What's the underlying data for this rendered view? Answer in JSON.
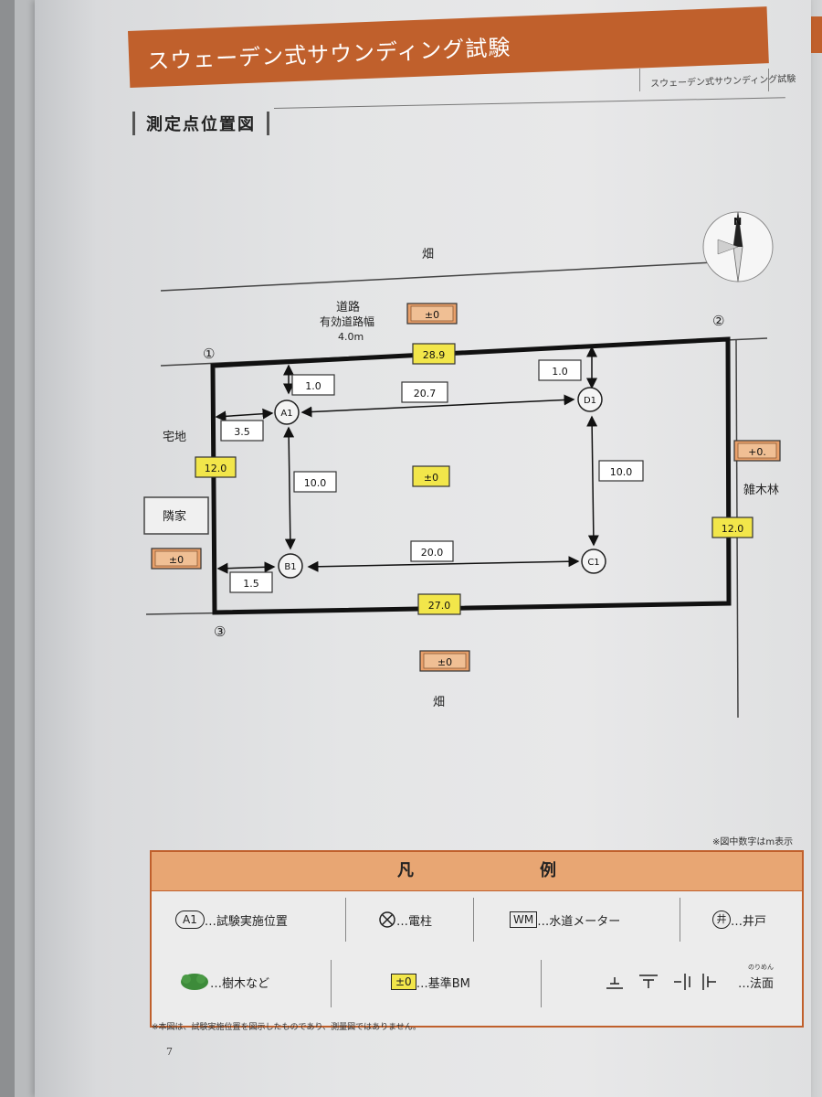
{
  "header": {
    "title": "スウェーデン式サウンディング試験",
    "subtitle": "スウェーデン式サウンディング試験"
  },
  "section_title": "測定点位置図",
  "map": {
    "labels": {
      "field_top": "畑",
      "road": "道路",
      "road_width_label": "有効道路幅",
      "road_width_value": "4.0m",
      "residential": "宅地",
      "neighbor": "隣家",
      "forest": "雑木林",
      "field_bottom": "畑",
      "north": "N"
    },
    "corners": {
      "c1": "①",
      "c2": "②",
      "c3": "③"
    },
    "points": {
      "a1": "A1",
      "b1": "B1",
      "c1": "C1",
      "d1": "D1"
    },
    "dimensions": {
      "a1_top": "1.0",
      "d1_top": "1.0",
      "a1_d1": "20.7",
      "a1_left": "3.5",
      "a1_b1": "10.0",
      "d1_c1": "10.0",
      "b1_c1": "20.0",
      "b1_left": "1.5"
    },
    "bm_yellow": {
      "top": "28.9",
      "left": "12.0",
      "center": "±0",
      "right": "12.0",
      "bottom": "27.0"
    },
    "bm_orange": {
      "road": "±0",
      "neighbor": "±0",
      "right": "+0.",
      "bottom": "±0"
    }
  },
  "notes": {
    "unit": "※図中数字はm表示",
    "disclaimer": "※本図は、試験実施位置を図示したものであり、測量図ではありません。"
  },
  "legend": {
    "title": "凡　例",
    "items": {
      "test_point_symbol": "A1",
      "test_point": "…試験実施位置",
      "pole": "…電柱",
      "water_meter_symbol": "WM",
      "water_meter": "…水道メーター",
      "well_symbol": "井",
      "well": "…井戸",
      "trees": "…樹木など",
      "bm_symbol": "±0",
      "bm": "…基準BM",
      "slope_ruby": "のりめん",
      "slope": "…法面"
    }
  },
  "page_number": "7",
  "colors": {
    "accent_orange": "#c0602c",
    "legend_header": "#e8a673",
    "bm_yellow": "#f2e64a",
    "bm_orange": "#e9a06a",
    "tree_green": "#3d8b3a"
  }
}
